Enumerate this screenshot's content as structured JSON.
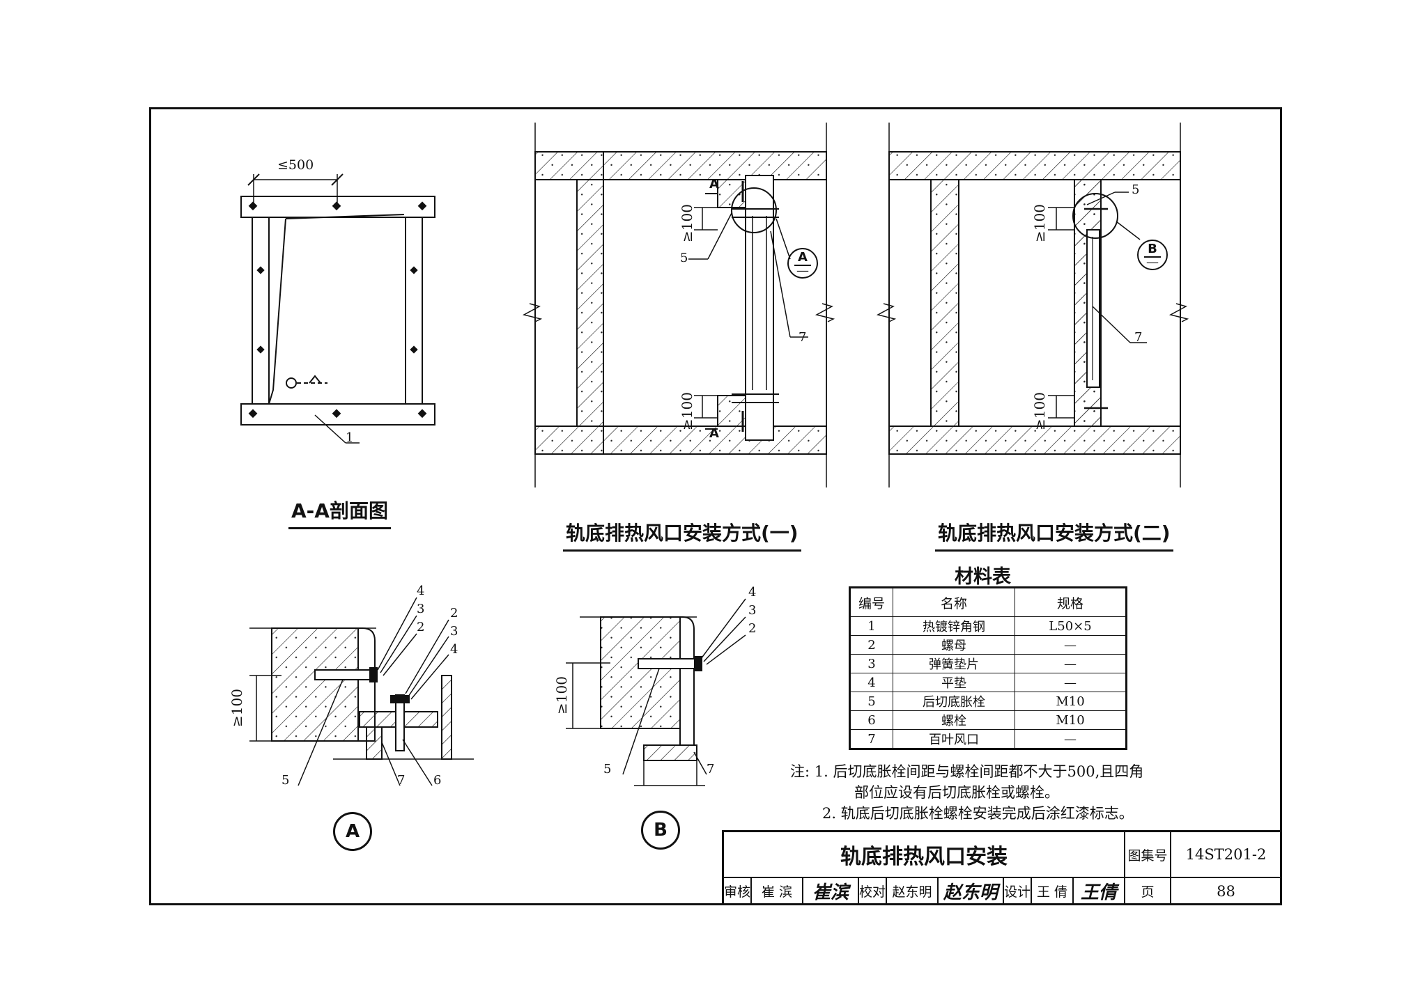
{
  "views": {
    "section_aa": {
      "caption": "A-A剖面图",
      "dim_spacing": "≤500",
      "callout_1": "1"
    },
    "method_one": {
      "caption": "轨底排热风口安装方式(一)",
      "dim_top": "≥100",
      "dim_bottom": "≥100",
      "section_mark": "A",
      "callout_5": "5",
      "callout_7": "7",
      "ref_detail": "A",
      "ref_sheet": "—"
    },
    "method_two": {
      "caption": "轨底排热风口安装方式(二)",
      "dim_top": "≥100",
      "dim_bottom": "≥100",
      "callout_5": "5",
      "callout_7": "7",
      "ref_detail": "B",
      "ref_sheet": "—"
    },
    "detail_a": {
      "bubble": "A",
      "dim": "≥100",
      "callouts": [
        "4",
        "3",
        "2",
        "2",
        "3",
        "4",
        "5",
        "7",
        "6"
      ]
    },
    "detail_b": {
      "bubble": "B",
      "dim": "≥100",
      "callouts": [
        "4",
        "3",
        "2",
        "5",
        "7"
      ]
    }
  },
  "materials": {
    "title": "材料表",
    "headers": [
      "编号",
      "名称",
      "规格"
    ],
    "rows": [
      [
        "1",
        "热镀锌角钢",
        "L50×5"
      ],
      [
        "2",
        "螺母",
        "—"
      ],
      [
        "3",
        "弹簧垫片",
        "—"
      ],
      [
        "4",
        "平垫",
        "—"
      ],
      [
        "5",
        "后切底胀栓",
        "M10"
      ],
      [
        "6",
        "螺栓",
        "M10"
      ],
      [
        "7",
        "百叶风口",
        "—"
      ]
    ]
  },
  "notes": {
    "prefix": "注:",
    "items": [
      [
        "1.",
        "后切底胀栓间距与螺栓间距都不大于500,且四角"
      ],
      [
        "",
        "部位应设有后切底胀栓或螺栓。"
      ],
      [
        "2.",
        "轨底后切底胀栓螺栓安装完成后涂红漆标志。"
      ]
    ]
  },
  "title_block": {
    "title": "轨底排热风口安装",
    "atlas_label": "图集号",
    "atlas_no": "14ST201-2",
    "page_label": "页",
    "page_no": "88",
    "review_label": "审核",
    "reviewer": "崔 滨",
    "reviewer_sig": "崔滨",
    "check_label": "校对",
    "checker": "赵东明",
    "checker_sig": "赵东明",
    "design_label": "设计",
    "designer": "王 倩",
    "designer_sig": "王倩"
  }
}
